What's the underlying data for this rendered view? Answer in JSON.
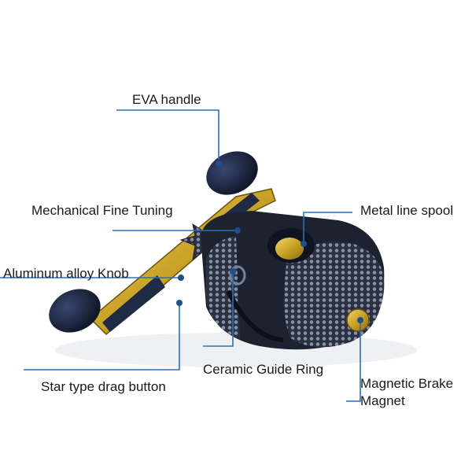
{
  "labels": {
    "eva_handle": "EVA handle",
    "fine_tuning": "Mechanical Fine Tuning",
    "metal_spool": "Metal line spool",
    "alloy_knob": "Aluminum alloy Knob",
    "guide_ring": "Ceramic Guide Ring",
    "drag_button": "Star type drag button",
    "brake_line1": "Magnetic Brake",
    "brake_line2": "Magnet"
  },
  "colors": {
    "leader_line": "#2e6fb5",
    "leader_dot": "#1f4f8c",
    "gold": "#c9a227",
    "body_dark": "#1c2230",
    "knob": "#0d1526"
  }
}
